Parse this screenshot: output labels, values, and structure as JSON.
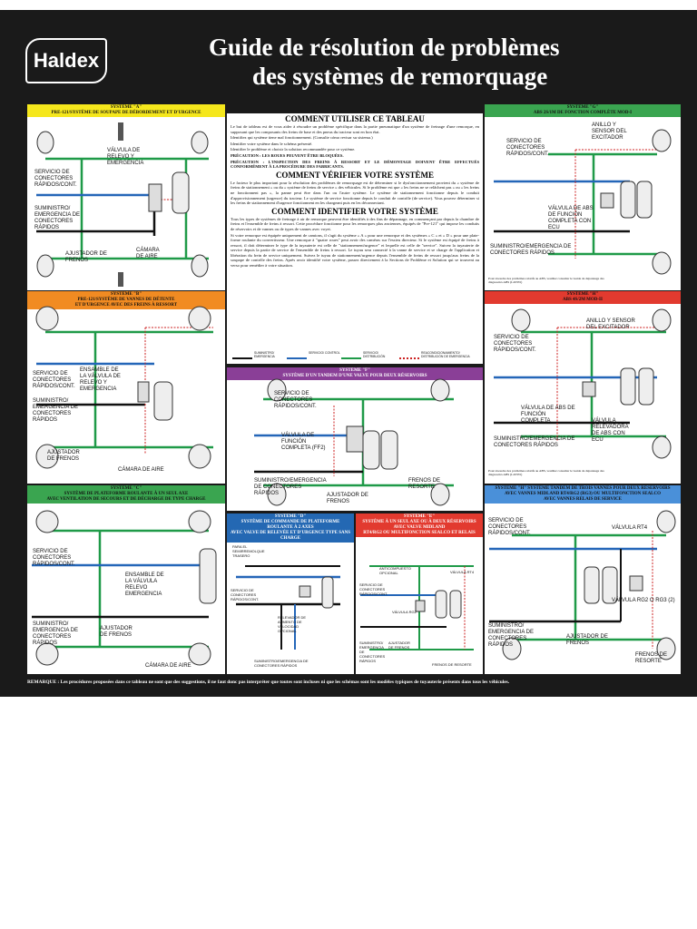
{
  "brand": {
    "logo": "Haldex"
  },
  "title": {
    "line1": "Guide de résolution de problèmes",
    "line2": "des systèmes de remorquage"
  },
  "colors": {
    "yellow": "#f5e71c",
    "orange": "#f18b22",
    "green": "#3aa550",
    "red": "#e23a2f",
    "purple": "#8a3f97",
    "blue": "#2468b3",
    "light_blue": "#4a90d9",
    "supply": "#cc2222",
    "service": "#2466b8",
    "control": "#1f9a48",
    "emergency": "#111111"
  },
  "panels": {
    "a": {
      "sys": "SYSTÈME \"A\"",
      "line1": "PRE-121/SYSTÈME DE SOUPAPE DE DÉBORDEMENT ET D'URGENCE",
      "line2": "",
      "labels": [
        "SERVICIO DE CONECTORES RÁPIDOS/CONT.",
        "VÁLVULA DE RELEVO Y EMERGENCIA",
        "SUMINISTRO/ EMERGENCIA DE CONECTORES RÁPIDOS",
        "AJUSTADOR DE FRENOS",
        "CÁMARA DE AIRE"
      ]
    },
    "b": {
      "sys": "SYSTÈME \"B\"",
      "line1": "PRE-121/SYSTÈME DE VANNES DE DÉTENTE",
      "line2": "ET D'URGENCE AVEC DES FREINS À RESSORT",
      "labels": [
        "SERVICIO DE CONECTORES RÁPIDOS/CONT.",
        "ENSAMBLE DE LA VÁLVULA DE RELEVO Y EMERGENCIA",
        "SUMINISTRO/ EMERGENCIA DE CONECTORES RÁPIDOS",
        "AJUSTADOR DE FRENOS",
        "CÁMARA DE AIRE"
      ]
    },
    "c": {
      "sys": "SYSTÈME \"C\"",
      "line1": "SYSTÈME DE PLATEFORME ROULANTE À UN SEUL AXE",
      "line2": "AVEC VENTILATION DE SECOURS ET DE DÉCHARGE DE TYPE CHARGE",
      "labels": [
        "SERVICIO DE CONECTORES RÁPIDOS/CONT.",
        "ENSAMBLE DE LA VÁLVULA RELEVO EMERGENCIA",
        "SUMINISTRO/ EMERGENCIA DE CONECTORES RÁPIDOS",
        "AJUSTADOR DE FRENOS",
        "CÁMARA DE AIRE"
      ]
    },
    "d": {
      "sys": "SYSTÈME \"D\"",
      "line1": "SYSTÈME DE COMMANDE DE PLATEFORME ROULANTE À 2 AXES",
      "line2": "AVEC VALVE DE RELEVÉE ET D'URGENCE TYPE SANS CHARGE",
      "labels": [
        "PARA EL SEMIRREMOLQUE TRASERO",
        "SERVICIO DE CONECTORES RÁPIDOS/CONT.",
        "RELEVADOR DE AUMENTO DE VELOCIDAD OPCIONAL",
        "SUMINISTRO/EMERGENCIA DE CONECTORES RÁPIDOS"
      ]
    },
    "e": {
      "sys": "SYSTÈME \"E\"",
      "line1": "SYSTÈME À UN SEUL AXE OU À DEUX RÉSERVOIRS AVEC VALVE MIDLAND",
      "line2": "RT4/RG2 OU MULTIFONCTION SEALCO ET RELAIS",
      "labels": [
        "ANTICOMPUESTO OPCIONAL",
        "VÁLVULA RT4",
        "SERVICIO DE CONECTORES RÁPIDOS/CONT.",
        "VÁLVULA RG2",
        "SUMINISTRO/ EMERGENCIA DE CONECTORES RÁPIDOS",
        "AJUSTADOR DE FRENOS",
        "FRENOS DE RESORTE"
      ]
    },
    "f": {
      "sys": "SYSTÈME \"F\"",
      "line1": "SYSTÈME D'UN TANDEM D'UNE VALVE POUR DEUX RÉSERVOIRS",
      "line2": "",
      "labels": [
        "SERVICIO DE CONECTORES RÁPIDOS/CONT.",
        "VÁLVULA DE FUNCIÓN COMPLETA (FF2)",
        "SUMINISTRO/EMERGENCIA DE CONECTORES RÁPIDOS",
        "AJUSTADOR DE FRENOS",
        "FRENOS DE RESORTE"
      ]
    },
    "g": {
      "sys": "SYSTÈME \"G\"",
      "line1": "ABS 2S/1M DE FONCTION COMPLÈTE MOD-I",
      "line2": "",
      "labels": [
        "ANILLO Y SENSOR DEL EXCITADOR",
        "SERVICIO DE CONECTORES RÁPIDOS/CONT.",
        "VÁLVULA DE ABS DE FUNCIÓN COMPLETA CON ECU",
        "SUMINISTRO/EMERGENCIA DE CONECTORES RÁPIDOS"
      ],
      "note": "Pour résoudre des problèmes relatifs au ABS, veuillez consulter le Guide de dépannage des diagnostics ABS (L20355)"
    },
    "h": {
      "sys": "SYSTÈME \"H\"",
      "line1": "ABS 4S/2M MOD-II",
      "line2": "",
      "labels": [
        "ANILLO Y SENSOR DEL EXCITADOR",
        "SERVICIO DE CONECTORES RÁPIDOS/CONT.",
        "VÁLVULA DE ABS DE FUNCIÓN COMPLETA",
        "VÁLVULA RELEVADORA DE ABS CON ECU",
        "SUMINISTRO/EMERGENCIA DE CONECTORES RÁPIDOS"
      ],
      "note": "Pour résoudre des problèmes relatifs au ABS, veuillez consulter le Guide de dépannage des diagnostics ABS (L20355)"
    },
    "i": {
      "sys": "SYSTÈME \"H\" SYSTÈME TANDEM DE TROIS VANNES POUR DEUX RÉSERVOIRS",
      "line1": "AVEC VANNES MIDLAND RT4/RG2 (RG3) OU MULTIFONCTION SEALCO",
      "line2": "AVEC VANNES RELAIS DE SERVICE",
      "labels": [
        "SERVICIO DE CONECTORES RÁPIDOS/CONT.",
        "VÁLVULA RT4",
        "VÁLVULA RG2 O RG3 (2)",
        "SUMINISTRO/ EMERGENCIA DE CONECTORES RÁPIDOS",
        "AJUSTADOR DE FRENOS",
        "FRENOS DE RESORTE"
      ]
    }
  },
  "instructions": {
    "title1": "COMMENT UTILISER CE TABLEAU",
    "p1": "Le but de tableau est de vous aider à résoudre un problème spécifique dans la partie pneumatique d'un système de freinage d'une remorque, en supposant que les composants des freins de base et des pneus du tracteur sont en bon état.",
    "p2": "Identifiez qui système tiene mal fonctionnement. (Consulte cómo revisar su sistema.)",
    "p3": "Identifier votre système dans le schéma présenté.",
    "p4": "Identifier le problème et choisir la solution recommandée pour ce système.",
    "caution1": "PRÉCAUTION : LES ROUES PEUVENT ÊTRE BLOQUÉES.",
    "caution2": "PRÉCAUTION : L'INSPECTION DES FREINS À RESSORT ET LE DÉMONTAGE DOIVENT ÊTRE EFFECTUÉS CONFORMÉMENT À LA PROCÉDURE DES FABRICANTS.",
    "title2": "COMMENT VÉRIFIER VOTRE SYSTÈME",
    "p5": "Le facteur le plus important pour la résolution des problèmes de remorquage est de déterminer si le dysfonctionnement provient du « système de freins de stationnement » ou du « système de freins de service » des véhicules. Si le problème est que « les freins ne se relâchent pas » ou « les freins ne fonctionnent pas », la panne peut être dans l'un ou l'autre système. Le système de stationnement fonctionne depuis le conduit d'approvisionnement (urgence) du tracteur. Le système de service fonctionne depuis le conduit de contrôle (de service). Vous pouvez déterminer si les freins de stationnement d'urgence fonctionnent en les chargeant puis en les déconnectant.",
    "title3": "COMMENT IDENTIFIER VOTRE SYSTÈME",
    "p6": "Tous les types de systèmes de freinage à air de remorque peuvent être identifiés à des fins de dépannage, en commençant par depuis la chambre de freins et l'ensemble de freins à ressort. Cette procédure fonctionne pour les remorques plus anciennes, équipés de \"Pre-121\" qui impose les conduits de réservoirs et de vannes ou de types de vannes avec voyet.",
    "p7": "Si votre remorque est équipée uniquement de camions, il s'agit du système « A » pour une remorque et des systèmes « C » et « D » pour une plate-forme roulante du convertisseur. Une remorque à \"quatre roues\" peut avoir des caméras sur l'essieu directeur. Si le système est équipé de freins à ressort, il doit déterminer le type de la tuyauterie est celle de \"stationnement/urgence\" et lequelle est celle de \"service\". Suivez la tuyauterie de service depuis la partie de service de l'ensemble de freins à ressort. Le tuyau sera connecté à la vanne de service et se charge de l'application et libération du frein de service uniquement. Suivez le tuyau de stationnement/urgence depuis l'ensemble de freins de ressort jusqu'aux freins de la soupape de contrôle des freins. Après avoir identifié votre système, passez directement à la Sections de Problème et Solution qui se trouvent au verso pour remédier à votre situation."
  },
  "legend": {
    "supply": "SUMINISTRO/ EMERGENCIA",
    "service": "SERVICIO/ CONTROL",
    "control": "SERVICIO/ DISTRIBUCIÓN",
    "optional": "REACONDICIONAMIENTO/ DISTRIBUCIÓN DE EMERGENCIA"
  },
  "remarque": "REMARQUE : Les procédures proposées dans ce tableau ne sont que des suggestions, il ne faut donc pas interpréter que toutes sont incluses ni que les schémas sont les modèles typiques de tuyauterie présents dans tous les véhicules."
}
